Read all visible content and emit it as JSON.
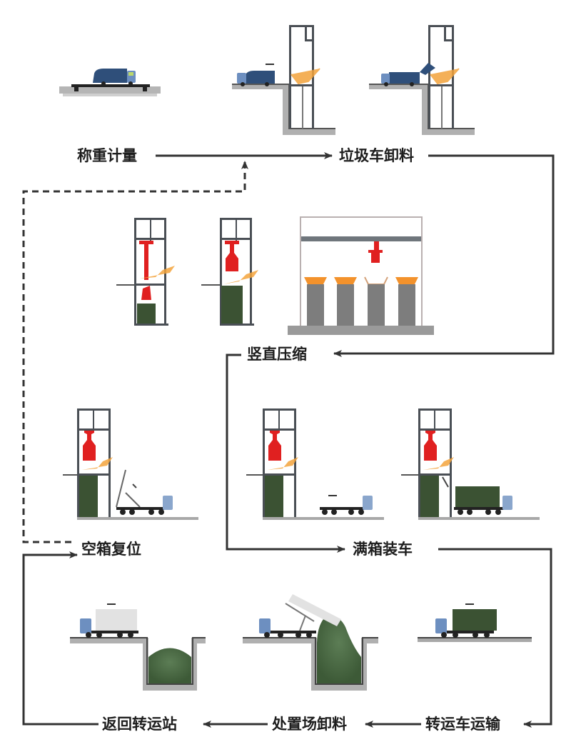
{
  "diagram": {
    "title": "",
    "steps": [
      {
        "id": "weigh",
        "label": "称重计量"
      },
      {
        "id": "unload_truck",
        "label": "垃圾车卸料"
      },
      {
        "id": "vertical_compress",
        "label": "竖直压缩"
      },
      {
        "id": "full_box_load",
        "label": "满箱装车"
      },
      {
        "id": "transport",
        "label": "转运车运输"
      },
      {
        "id": "disposal_unload",
        "label": "处置场卸料"
      },
      {
        "id": "return_station",
        "label": "返回转运站"
      },
      {
        "id": "empty_box_reset",
        "label": "空箱复位"
      }
    ],
    "flows": [
      {
        "from": "称重计量",
        "to": "垃圾车卸料",
        "style": "solid"
      },
      {
        "from": "垃圾车卸料",
        "to": "竖直压缩",
        "style": "solid"
      },
      {
        "from": "竖直压缩",
        "to": "满箱装车",
        "style": "solid"
      },
      {
        "from": "满箱装车",
        "to": "转运车运输",
        "style": "solid"
      },
      {
        "from": "转运车运输",
        "to": "处置场卸料",
        "style": "solid"
      },
      {
        "from": "处置场卸料",
        "to": "返回转运站",
        "style": "solid"
      },
      {
        "from": "返回转运站",
        "to": "空箱复位",
        "style": "solid"
      },
      {
        "from": "空箱复位",
        "to": "称重计量",
        "style": "dashed"
      }
    ],
    "colors": {
      "line": "#333333",
      "ground": "#a8a8a8",
      "frame": "#4a4f55",
      "compactor": "#e02020",
      "hopper": "#f3a33c",
      "container": "#3b5233",
      "garbage_truck": "#2f4f7a",
      "cab": "#6d8fc0",
      "bin": "#8a8a8a",
      "waste": "#4b6b45"
    }
  }
}
